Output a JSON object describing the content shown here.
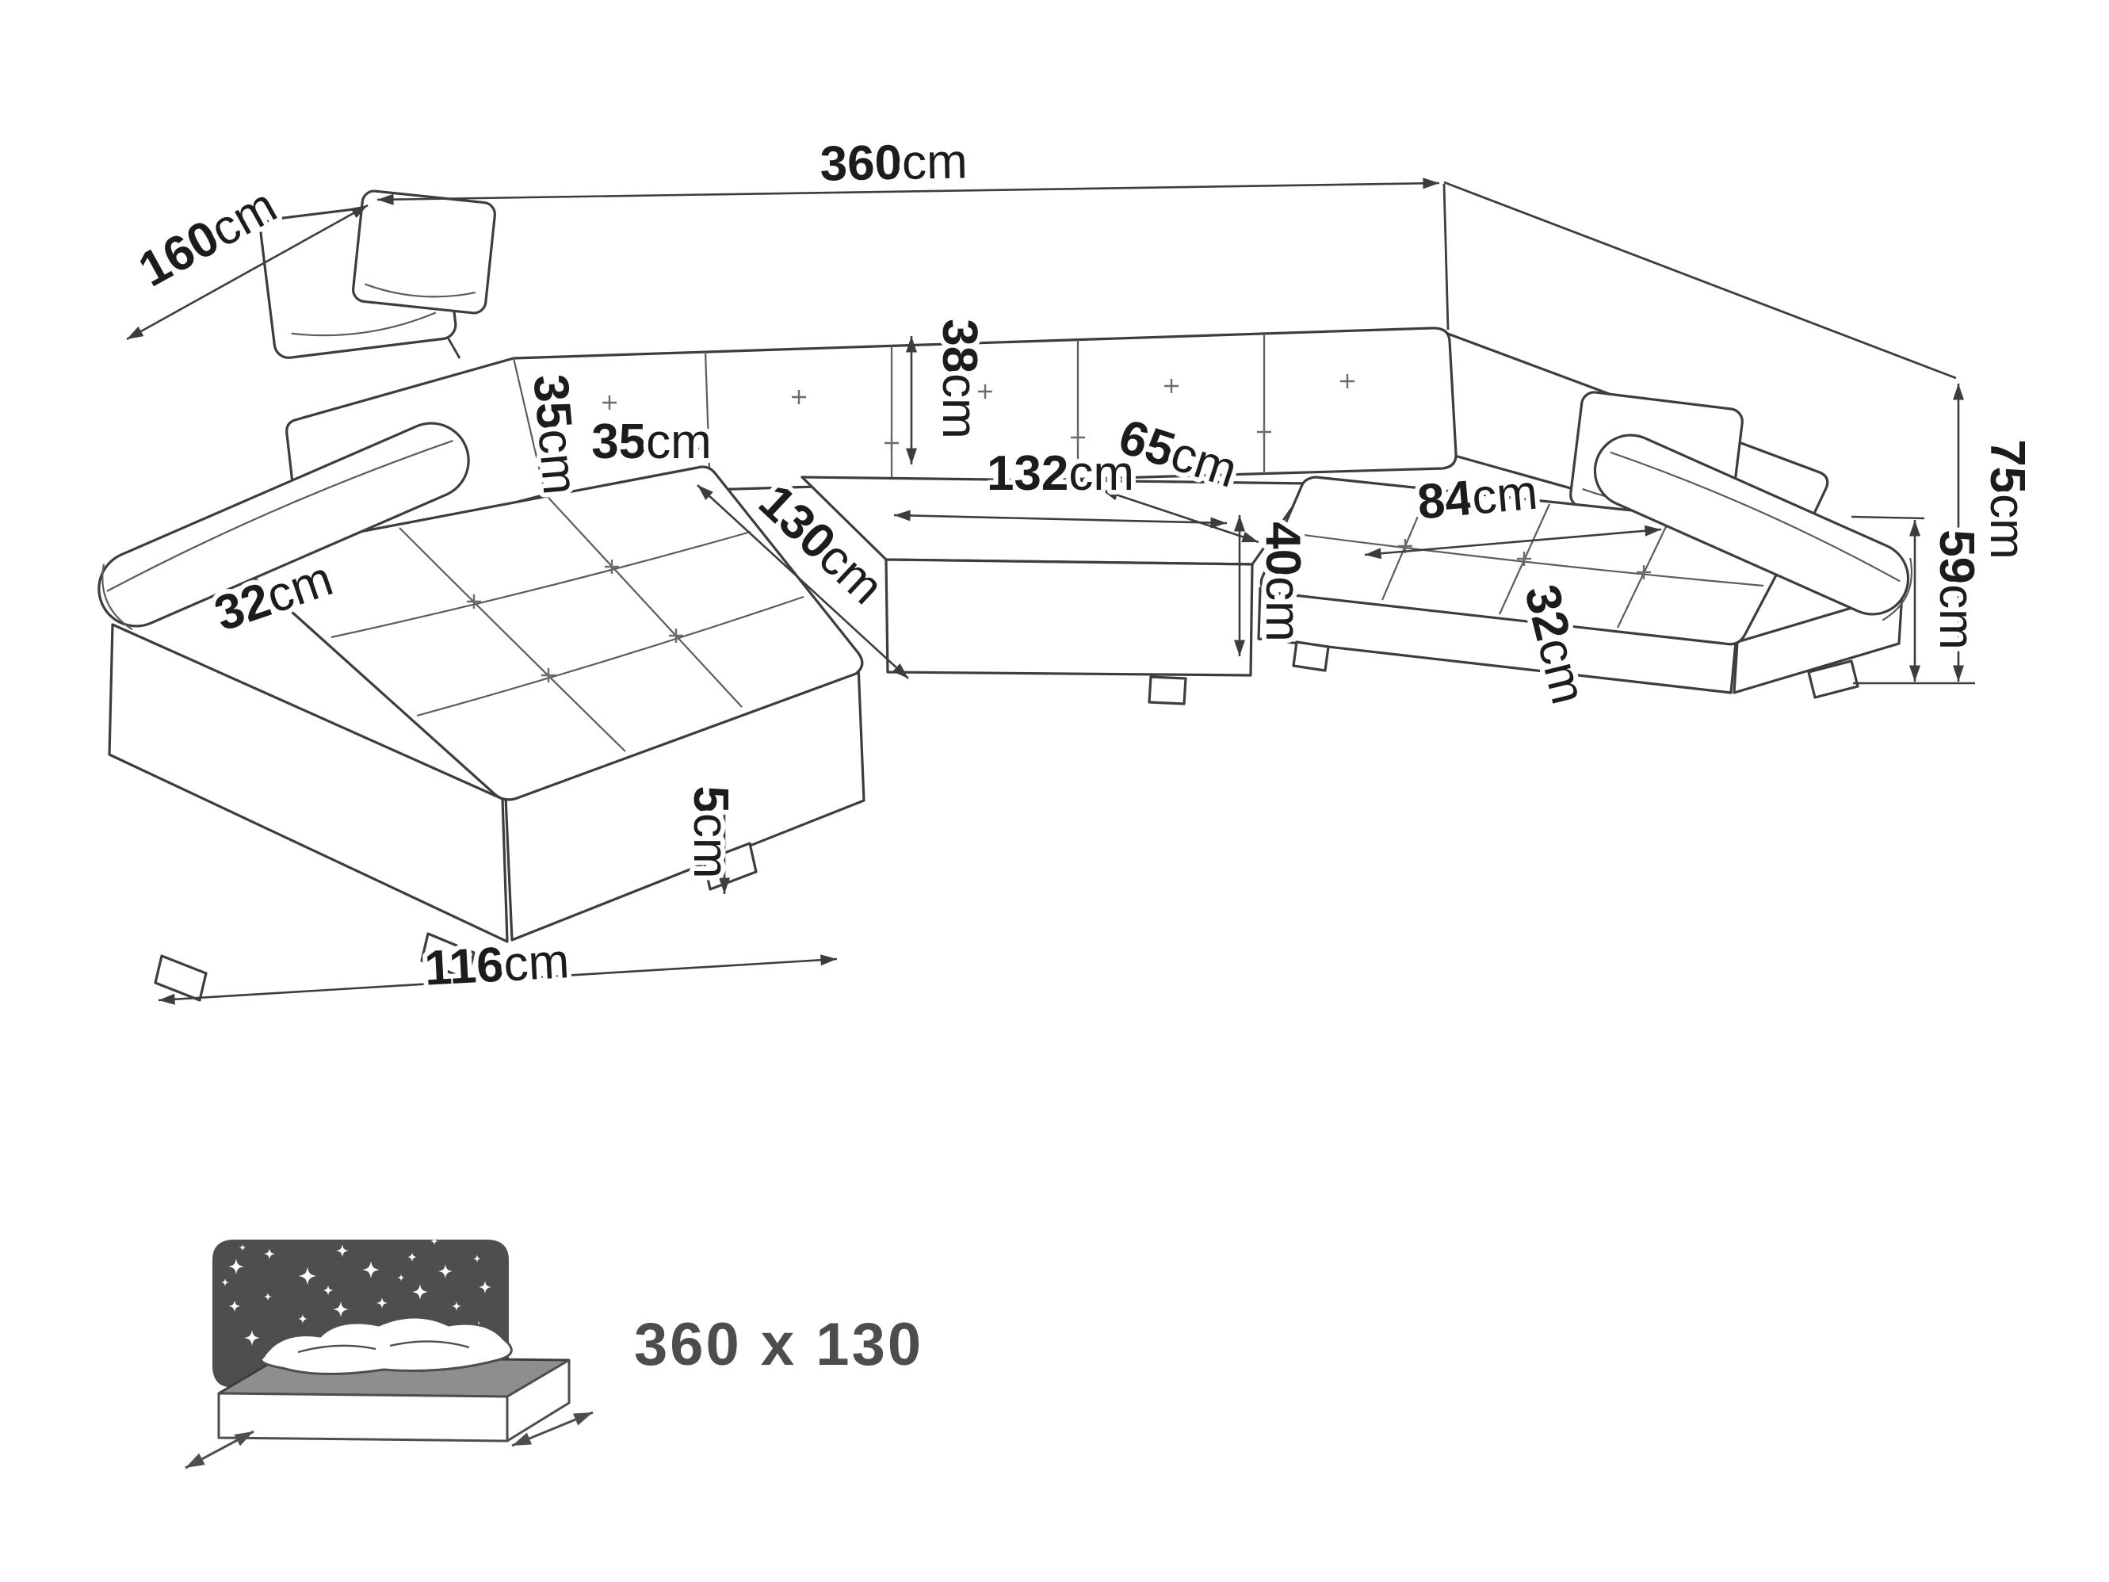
{
  "diagram": {
    "type": "corner-sofa-dimension-drawing",
    "unit": "cm",
    "dims": {
      "total_width": {
        "value": "360",
        "unit": "cm"
      },
      "total_depth": {
        "value": "160",
        "unit": "cm"
      },
      "back_cushion_height": {
        "value": "38",
        "unit": "cm"
      },
      "pillow_width_a": {
        "value": "35",
        "unit": "cm"
      },
      "pillow_width_b": {
        "value": "35",
        "unit": "cm"
      },
      "seat_depth": {
        "value": "65",
        "unit": "cm"
      },
      "middle_seat_width": {
        "value": "132",
        "unit": "cm"
      },
      "chaise_length_left": {
        "value": "130",
        "unit": "cm"
      },
      "armrest_width_left": {
        "value": "32",
        "unit": "cm"
      },
      "chaise_width_right": {
        "value": "84",
        "unit": "cm"
      },
      "back_height": {
        "value": "75",
        "unit": "cm"
      },
      "armrest_height": {
        "value": "59",
        "unit": "cm"
      },
      "seat_height": {
        "value": "40",
        "unit": "cm"
      },
      "armrest_width_right": {
        "value": "32",
        "unit": "cm"
      },
      "leg_height": {
        "value": "5",
        "unit": "cm"
      },
      "chaise_front_width_left": {
        "value": "116",
        "unit": "cm"
      }
    },
    "sleeping_area": {
      "icon": "bed-with-stars-icon",
      "label": "360 x 130"
    },
    "colors": {
      "line": "#3d3d3d",
      "label": "#1c1c1c",
      "icon_dark": "#4e4e4e"
    }
  }
}
